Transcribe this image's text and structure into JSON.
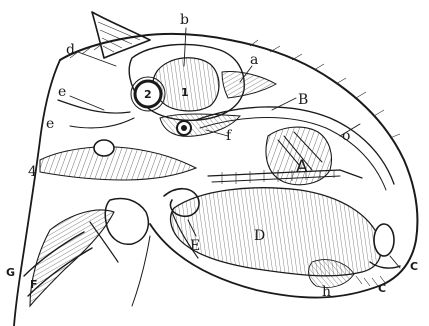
{
  "figure": {
    "labels": {
      "b": "b",
      "a": "a",
      "d": "d",
      "e_upper": "e",
      "e_left": "e",
      "one": "1",
      "two": "2",
      "B": "B",
      "o": "o",
      "f": "f",
      "A": "A",
      "four": "4",
      "D": "D",
      "E": "E",
      "G": "G",
      "F": "F",
      "h": "h",
      "C_right": "C",
      "C_bottom": "C"
    }
  }
}
